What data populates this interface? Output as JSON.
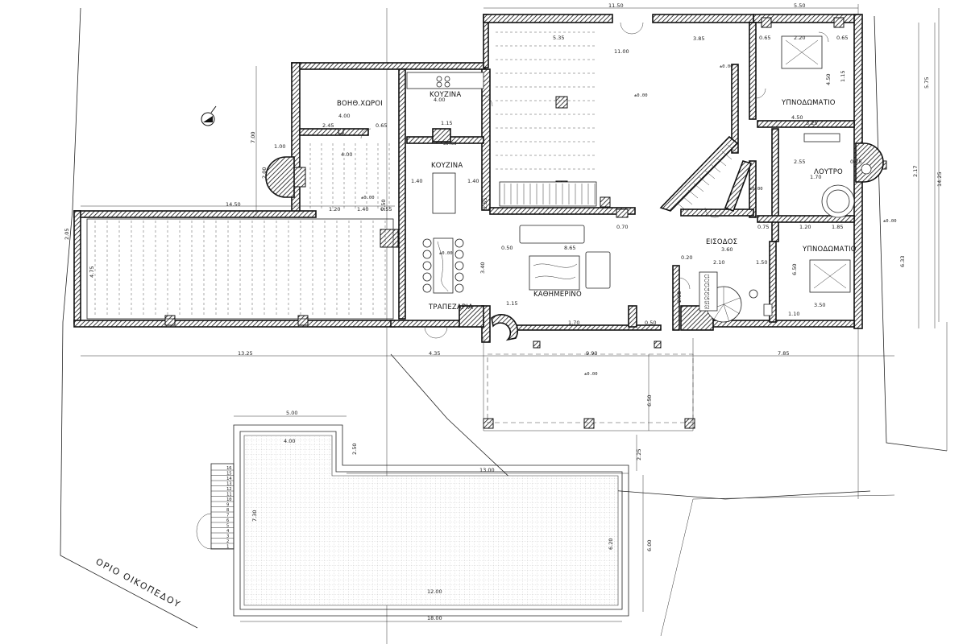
{
  "rooms": {
    "kitchen_top": "ΚΟΥΖΙΝΑ",
    "kitchen_mid": "ΚΟΥΖΙΝΑ",
    "aux": "ΒΟΗΘ.ΧΩΡΟΙ",
    "dining": "ΤΡΑΠΕΖΑΡΙΑ",
    "living": "ΚΑΘΗΜΕΡΙΝΟ",
    "entrance": "ΕΙΣΟΔΟΣ",
    "bedroom1": "ΥΠΝΟΔΩΜΑΤΙΟ",
    "bedroom2": "ΥΠΝΟΔΩΜΑΤΙΟ",
    "bath": "ΛΟΥΤΡΟ"
  },
  "boundary_label": "ΟΡΙΟ ΟΙΚΟΠΕΔΟΥ",
  "dims_h": {
    "top_left": "11.50",
    "top_right": "5.50",
    "d_535": "5.35",
    "d_385": "3.85",
    "d_220": "2.20",
    "d_065a": "0.65",
    "d_065b": "0.65",
    "d_400a": "4.00",
    "d_400b": "4.00",
    "d_400c": "4.00",
    "d_245": "2.45",
    "d_065c": "0.65",
    "d_115": "1.15",
    "d_1450": "14.50",
    "d_120a": "1.20",
    "d_140a": "1.40",
    "d_055": "0.55",
    "d_140b": "1.40",
    "d_140c": "1.40",
    "d_450": "4.50",
    "d_325": "3.25",
    "d_255": "2.55",
    "d_075": "0.75",
    "d_170a": "1.70",
    "d_070": "0.70",
    "d_120b": "1.20",
    "d_185": "1.85",
    "d_050a": "0.50",
    "d_865": "8.65",
    "d_020": "0.20",
    "d_210": "2.10",
    "d_150": "1.50",
    "d_360": "3.60",
    "d_075b": "0.75",
    "d_115b": "1.15",
    "d_170b": "1.70",
    "d_050b": "0.50",
    "d_110": "1.10",
    "d_350": "3.50",
    "d_1325": "13.25",
    "d_435": "4.35",
    "d_990": "9.90",
    "d_785": "7.85",
    "d_500": "5.00",
    "d_400p": "4.00",
    "d_1300": "13.00",
    "d_1200": "12.00",
    "d_1800": "18.00",
    "d_1100": "11.00",
    "d_100": "1.00"
  },
  "dims_v": {
    "d_700": "7.00",
    "d_575": "5.75",
    "d_217": "2.17",
    "d_1425": "14.25",
    "d_633": "6.33",
    "d_250": "2.50",
    "d_650": "6.50",
    "d_225": "2.25",
    "d_600": "6.00",
    "d_730": "7.30",
    "d_620": "6.20",
    "d_475": "4.75",
    "d_200": "2.00",
    "d_205": "2.05",
    "d_340": "3.40",
    "d_550": "5.50",
    "d_280": "2.80",
    "d_650b": "6.50",
    "d_450v": "4.50",
    "d_115v": "1.15",
    "d_255v": "2.55"
  },
  "pool_steps": [
    "16",
    "15",
    "14",
    "13",
    "12",
    "11",
    "10",
    "9",
    "8",
    "7",
    "6",
    "5",
    "4",
    "3",
    "2",
    "1"
  ],
  "stair_steps": [
    "C1",
    "C2",
    "C3",
    "C4",
    "C5",
    "C6",
    "S1",
    "S2"
  ],
  "level_marks": [
    "±0.00",
    "±0.00",
    "±0.00",
    "±0.00",
    "±0.00",
    "±0.00",
    "±0.00",
    "±0.00"
  ],
  "colors": {
    "ink": "#111111",
    "paper": "#ffffff"
  }
}
